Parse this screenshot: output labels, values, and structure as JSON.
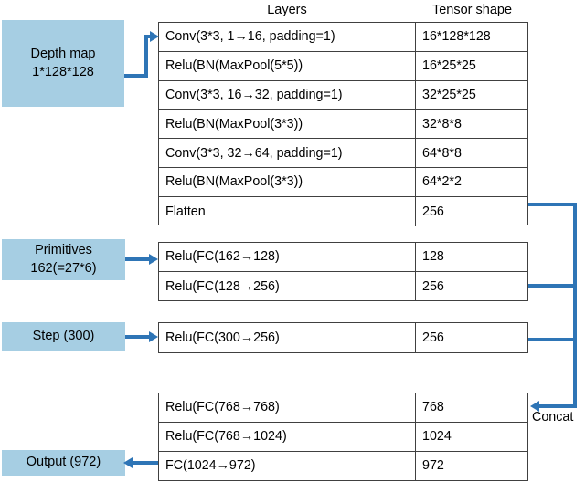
{
  "headers": {
    "layers": "Layers",
    "tensor_shape": "Tensor shape"
  },
  "inputs": {
    "depth_map": {
      "line1": "Depth map",
      "line2": "1*128*128"
    },
    "primitives": {
      "line1": "Primitives",
      "line2": "162(=27*6)"
    },
    "step": {
      "line1": "Step (300)"
    },
    "output": {
      "line1": "Output (972)"
    }
  },
  "connectors": {
    "concat_label": "Concat"
  },
  "colors": {
    "box_fill": "#A6CEE3",
    "connector": "#2E75B6",
    "table_border": "#404040",
    "background": "#FFFFFF"
  },
  "tables": {
    "conv": {
      "rows": [
        {
          "layer": "Conv(3*3, 1→16, padding=1)",
          "shape": "16*128*128"
        },
        {
          "layer": "Relu(BN(MaxPool(5*5))",
          "shape": "16*25*25"
        },
        {
          "layer": "Conv(3*3, 16→32, padding=1)",
          "shape": "32*25*25"
        },
        {
          "layer": "Relu(BN(MaxPool(3*3))",
          "shape": "32*8*8"
        },
        {
          "layer": "Conv(3*3, 32→64, padding=1)",
          "shape": "64*8*8"
        },
        {
          "layer": "Relu(BN(MaxPool(3*3))",
          "shape": "64*2*2"
        },
        {
          "layer": "Flatten",
          "shape": "256"
        }
      ]
    },
    "primitives": {
      "rows": [
        {
          "layer": "Relu(FC(162→128)",
          "shape": "128"
        },
        {
          "layer": "Relu(FC(128→256)",
          "shape": "256"
        }
      ]
    },
    "step": {
      "rows": [
        {
          "layer": "Relu(FC(300→256)",
          "shape": "256"
        }
      ]
    },
    "output": {
      "rows": [
        {
          "layer": "Relu(FC(768→768)",
          "shape": "768"
        },
        {
          "layer": "Relu(FC(768→1024)",
          "shape": "1024"
        },
        {
          "layer": "FC(1024→972)",
          "shape": "972"
        }
      ]
    }
  }
}
